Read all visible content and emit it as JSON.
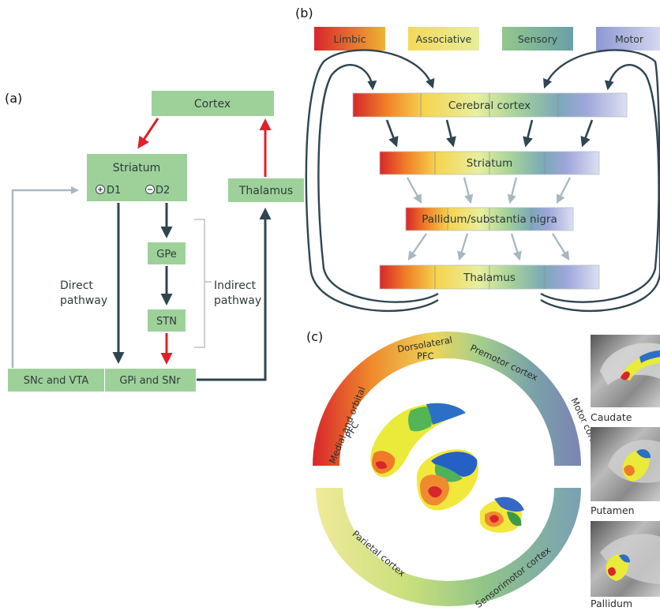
{
  "panel_a": {
    "label": "(a)",
    "cortex": "Cortex",
    "striatum": "Striatum",
    "d1": "D1",
    "d2": "D2",
    "thalamus": "Thalamus",
    "gpe": "GPe",
    "stn": "STN",
    "snc_vta": "SNc and VTA",
    "gpi_snr": "GPi and SNr",
    "direct_line1": "Direct",
    "direct_line2": "pathway",
    "indirect_line1": "Indirect",
    "indirect_line2": "pathway"
  },
  "panel_b": {
    "label": "(b)",
    "legend": [
      "Limbic",
      "Associative",
      "Sensory",
      "Motor"
    ],
    "cerebral_cortex": "Cerebral cortex",
    "striatum": "Striatum",
    "pallidum": "Pallidum/substantia nigra",
    "thalamus": "Thalamus"
  },
  "panel_c": {
    "label": "(c)",
    "arc_top_1": "Medial and orbital",
    "arc_top_2": "PFC",
    "arc_dlpfc_1": "Dorsolateral",
    "arc_dlpfc_2": "PFC",
    "arc_premotor": "Premotor cortex",
    "arc_motor": "Motor cortex",
    "arc_parietal": "Parietal cortex",
    "arc_sensorimotor": "Sensorimotor cortex",
    "captions": [
      "Caudate",
      "Putamen",
      "Pallidum"
    ]
  },
  "colors": {
    "box_green": "#9ed19a",
    "dark_arrow": "#2f4550",
    "red_arrow": "#e0202a",
    "grey_arrow": "#a7b7c0",
    "limbic": "#d8262b",
    "associative": "#eee36a",
    "sensory": "#8ec38a",
    "motor": "#9ea5d6"
  }
}
